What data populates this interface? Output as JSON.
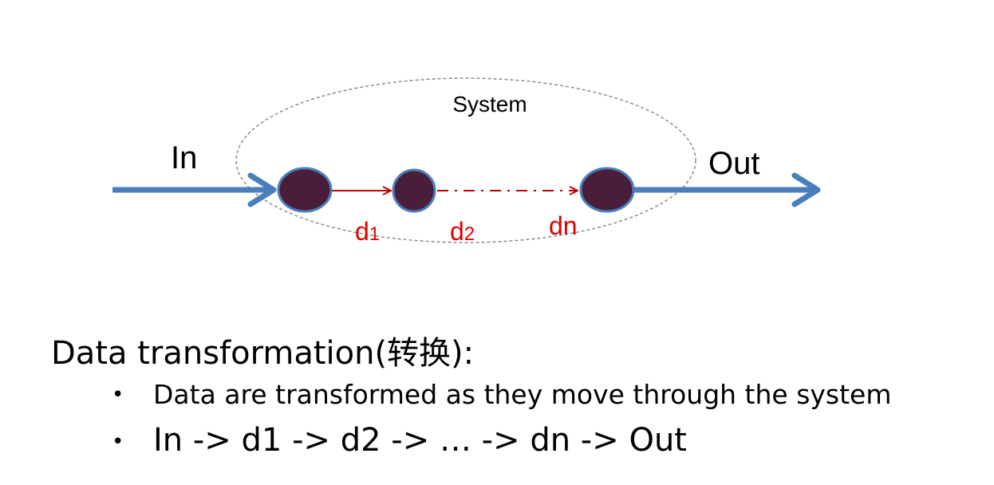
{
  "diagram": {
    "system_label": "System",
    "input_label": "In",
    "output_label": "Out",
    "data_labels": {
      "d1": {
        "base": "d",
        "sub": "1"
      },
      "d2": {
        "base": "d",
        "sub": "2"
      },
      "dn": "dn"
    },
    "colors": {
      "flow_arrow": "#4a7ebb",
      "node_fill": "#4a1e3a",
      "node_stroke": "#4a7ebb",
      "data_arrow": "#c00000",
      "data_label": "#e00000",
      "boundary": "#8c8c8c"
    }
  },
  "content": {
    "heading": "Data transformation(转换):",
    "bullets": [
      "Data are transformed as they move through the system",
      "In -> d1 -> d2 -> … -> dn -> Out"
    ]
  }
}
